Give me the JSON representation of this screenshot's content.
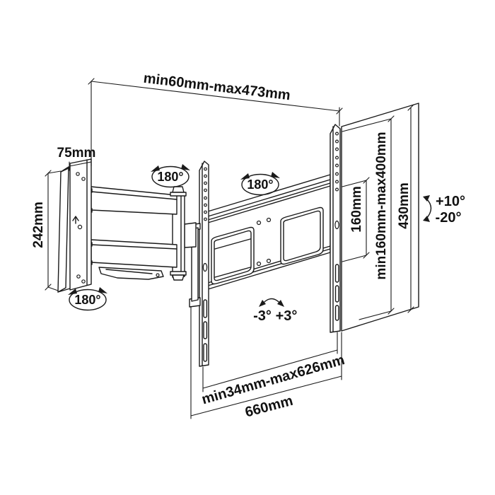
{
  "labels": {
    "top_span": "min60mm-max473mm",
    "plate_width": "75mm",
    "plate_height": "242mm",
    "rotate_top": "180°",
    "rotate_mid": "180°",
    "rotate_bottom": "180°",
    "vesa_vertical": "160mm",
    "vesa_range": "min160mm-max400mm",
    "bracket_height": "430mm",
    "tilt_up": "+10°",
    "tilt_down": "-20°",
    "level_left": "-3°",
    "level_right": "+3°",
    "horizontal_range": "min34mm-max626mm",
    "total_width": "660mm"
  },
  "colors": {
    "line": "#1a1a1a",
    "text": "#111111",
    "background": "#ffffff"
  }
}
